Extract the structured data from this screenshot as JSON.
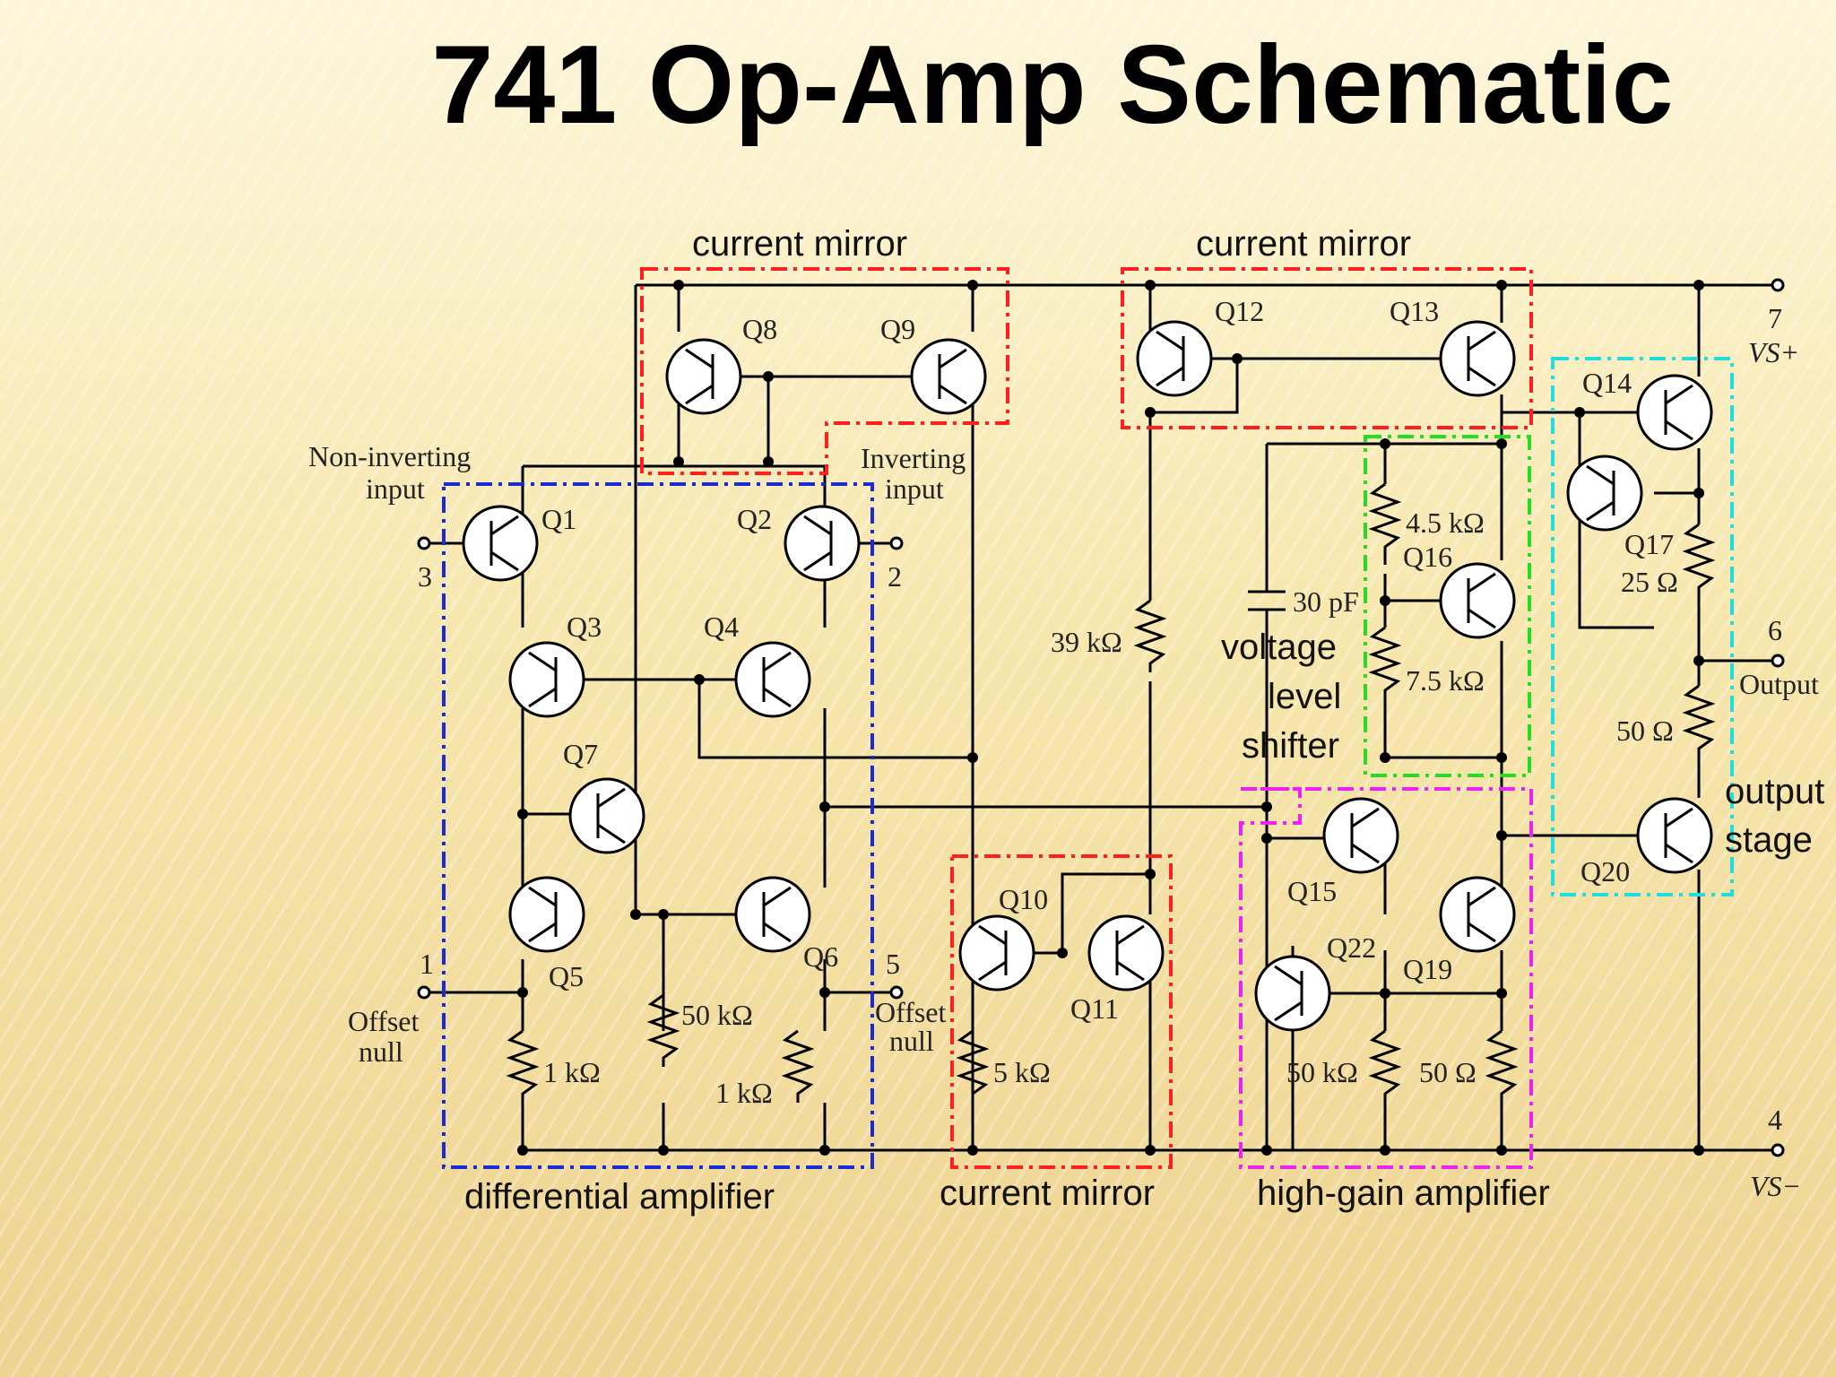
{
  "title": "741 Op-Amp Schematic",
  "groups": {
    "current_mirror_top_left": "current mirror",
    "current_mirror_top_right": "current mirror",
    "differential_amplifier": "differential amplifier",
    "current_mirror_bottom": "current mirror",
    "high_gain_amplifier": "high-gain amplifier",
    "voltage_level_shifter_1": "voltage",
    "voltage_level_shifter_2": "level",
    "voltage_level_shifter_3": "shifter",
    "output_stage_1": "output",
    "output_stage_2": "stage"
  },
  "transistors": {
    "q1": "Q1",
    "q2": "Q2",
    "q3": "Q3",
    "q4": "Q4",
    "q5": "Q5",
    "q6": "Q6",
    "q7": "Q7",
    "q8": "Q8",
    "q9": "Q9",
    "q10": "Q10",
    "q11": "Q11",
    "q12": "Q12",
    "q13": "Q13",
    "q14": "Q14",
    "q15": "Q15",
    "q16": "Q16",
    "q17": "Q17",
    "q19": "Q19",
    "q20": "Q20",
    "q22": "Q22"
  },
  "components": {
    "r_1k_left": "1 kΩ",
    "r_50k_diff": "50 kΩ",
    "r_1k_right": "1 kΩ",
    "r_5k": "5 kΩ",
    "r_39k": "39 kΩ",
    "r_4_5k": "4.5 kΩ",
    "r_7_5k": "7.5 kΩ",
    "c_30p": "30 pF",
    "r_50k_hg": "50 kΩ",
    "r_50_hg": "50 Ω",
    "r_25": "25 Ω",
    "r_50_out": "50 Ω"
  },
  "pins": {
    "noninv_1": "Non-inverting",
    "noninv_2": "input",
    "pin3": "3",
    "inv_1": "Inverting",
    "inv_2": "input",
    "pin2": "2",
    "pin1": "1",
    "offset_l_1": "Offset",
    "offset_l_2": "null",
    "pin5": "5",
    "offset_r_1": "Offset",
    "offset_r_2": "null",
    "pin7": "7",
    "vsplus": "VS+",
    "pin6": "6",
    "output": "Output",
    "pin4": "4",
    "vsminus": "VS−"
  },
  "colors": {
    "current_mirror": "#ff1f1f",
    "differential_amplifier": "#1a2bd6",
    "voltage_level_shifter": "#22dd22",
    "high_gain_amplifier": "#ee22ee",
    "output_stage": "#22dddd"
  }
}
